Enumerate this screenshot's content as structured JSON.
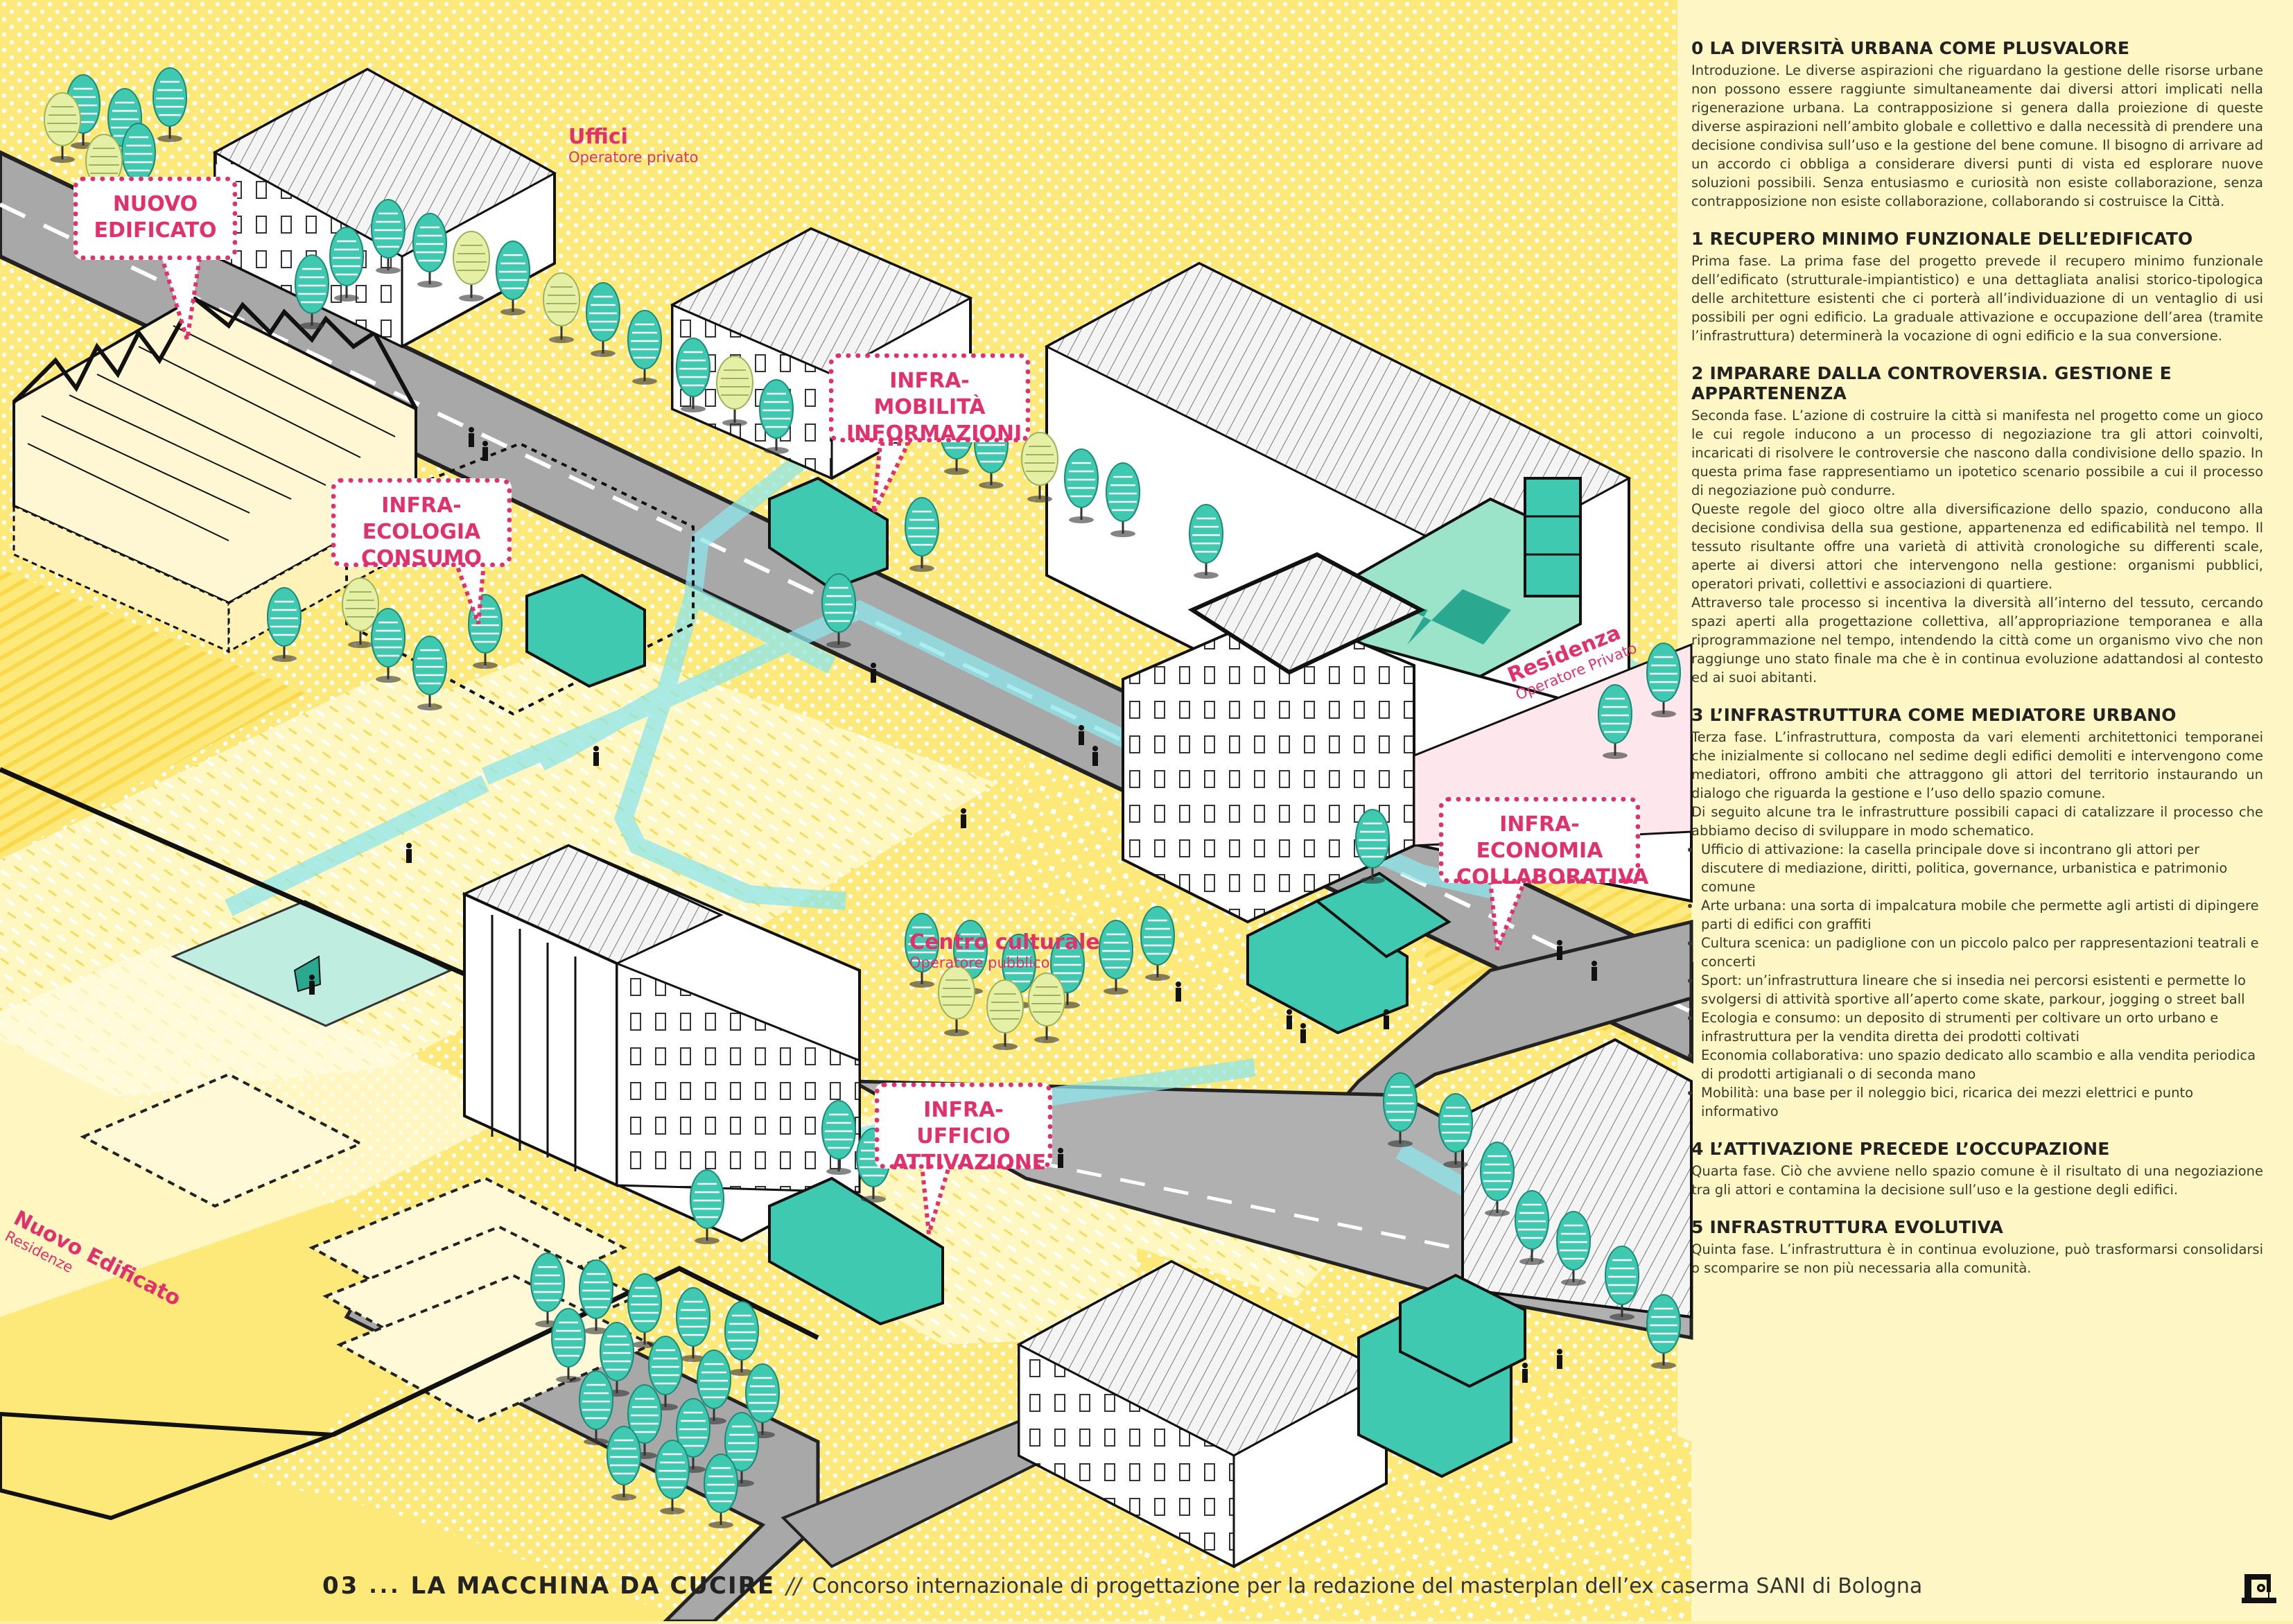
{
  "callouts": [
    {
      "id": "nuovo-edificato",
      "lines": [
        "NUOVO",
        "EDIFICATO"
      ]
    },
    {
      "id": "infra-mobilita",
      "lines": [
        "INFRA-MOBILITÀ",
        "INFORMAZIONI"
      ]
    },
    {
      "id": "infra-ecologia",
      "lines": [
        "INFRA-ECOLOGIA",
        "CONSUMO"
      ]
    },
    {
      "id": "infra-economia",
      "lines": [
        "INFRA-ECONOMIA",
        "COLLABORATIVA"
      ]
    },
    {
      "id": "infra-ufficio",
      "lines": [
        "INFRA-UFFICIO",
        "ATTIVAZIONE"
      ]
    }
  ],
  "labels": {
    "uffici": {
      "main": "Uffici",
      "sub": "Operatore privato"
    },
    "centro": {
      "main": "Centro culturale",
      "sub": "Operatore pubblico"
    },
    "residenza": {
      "main": "Residenza",
      "sub": "Operatore Privato"
    },
    "nuovo_edificato": {
      "main": "Nuovo Edificato",
      "sub": "Residenze"
    }
  },
  "panel": {
    "s0": {
      "heading": "0 LA DIVERSITÀ URBANA COME PLUSVALORE",
      "text": "Introduzione. Le diverse aspirazioni che riguardano la gestione delle risorse urbane non possono essere raggiunte simultaneamente dai diversi attori implicati nella rigenerazione urbana. La contrapposizione si genera dalla proiezione di queste diverse aspirazioni nell’ambito globale e collettivo e dalla necessità di prendere una decisione condivisa sull’uso e la gestione del bene comune. Il bisogno di arrivare ad un accordo ci obbliga a considerare diversi punti di vista ed esplorare nuove soluzioni possibili. Senza entusiasmo e curiosità non esiste collaborazione, senza contrapposizione non esiste collaborazione, collaborando si costruisce la Città."
    },
    "s1": {
      "heading": "1 RECUPERO MINIMO FUNZIONALE DELL’EDIFICATO",
      "text": "Prima fase. La prima fase del progetto prevede il recupero minimo funzionale dell’edificato (strutturale-impiantistico) e una dettagliata analisi storico-tipologica delle architetture esistenti che ci porterà all’individuazione di un ventaglio di usi possibili per ogni edificio. La graduale attivazione e occupazione dell’area (tramite l’infrastruttura) determinerà la vocazione di ogni edificio e la sua conversione."
    },
    "s2": {
      "heading": "2 IMPARARE DALLA CONTROVERSIA. GESTIONE E APPARTENENZA",
      "p1": "Seconda fase. L’azione di costruire la città si manifesta nel progetto come un gioco le cui regole inducono a un processo di negoziazione tra gli attori coinvolti, incaricati di risolvere le controversie che nascono dalla condivisione dello spazio. In questa prima fase rappresentiamo un ipotetico scenario possibile a cui il processo di negoziazione può condurre.",
      "p2": "Queste regole del gioco oltre alla diversificazione dello spazio, conducono alla decisione condivisa della sua gestione, appartenenza ed edificabilità nel tempo. Il tessuto risultante offre una varietà di attività cronologiche su differenti scale, aperte ai diversi attori che intervengono nella gestione: organismi pubblici, operatori privati, collettivi e associazioni di quartiere.",
      "p3": "Attraverso tale processo si incentiva la diversità all’interno del tessuto, cercando spazi aperti alla progettazione collettiva, all’appropriazione temporanea e alla riprogrammazione nel tempo, intendendo la città come un organismo vivo che non raggiunge uno stato finale ma che è in continua evoluzione adattandosi al contesto ed ai suoi abitanti."
    },
    "s3": {
      "heading": "3 L’INFRASTRUTTURA COME MEDIATORE URBANO",
      "p1": "Terza fase. L’infrastruttura, composta da vari elementi architettonici temporanei che inizialmente si collocano nel sedime degli edifici demoliti e intervengono come mediatori, offrono ambiti che attraggono gli attori del territorio instaurando un dialogo che riguarda la gestione e l’uso dello spazio comune.",
      "p2": "Di seguito alcune tra le infrastrutture possibili capaci di catalizzare il processo che abbiamo deciso di sviluppare in modo schematico.",
      "bullets": [
        "Ufficio di attivazione: la casella principale dove si incontrano gli attori per discutere di mediazione, diritti, politica, governance, urbanistica e patrimonio comune",
        "Arte urbana: una sorta di impalcatura  mobile che permette agli artisti di dipingere parti di edifici con graffiti",
        "Cultura scenica: un padiglione con un piccolo palco per rappresentazioni teatrali e concerti",
        "Sport: un’infrastruttura lineare che si insedia nei percorsi esistenti e permette lo svolgersi di attività sportive all’aperto come skate, parkour, jogging o street ball",
        "Ecologia e consumo: un deposito di strumenti per coltivare un orto urbano e infrastruttura per la vendita diretta dei prodotti coltivati",
        "Economia collaborativa: uno spazio dedicato allo scambio e alla vendita periodica di prodotti artigianali o di seconda mano",
        "Mobilità: una base per il noleggio bici, ricarica dei mezzi elettrici e punto informativo"
      ]
    },
    "s4": {
      "heading": "4 L’ATTIVAZIONE PRECEDE L’OCCUPAZIONE",
      "text": "Quarta fase. Ciò che avviene nello spazio comune è il risultato di una negoziazione tra gli attori e contamina la decisione sull’uso e la gestione degli edifici."
    },
    "s5": {
      "heading": "5 INFRASTRUTTURA EVOLUTIVA",
      "text": "Quinta fase. L’infrastruttura è in continua evoluzione, può trasformarsi consolidarsi o scomparire se non più necessaria alla comunità."
    }
  },
  "footer": {
    "number": "03",
    "dots": "...",
    "title": "LA MACCHINA DA CUCIRE",
    "separator": "//",
    "description": "Concorso internazionale di progettazione per la redazione del masterplan dell’ex caserma SANI di Bologna"
  },
  "colors": {
    "accent": "#e2306c",
    "teal": "#3ec9b0",
    "yellow": "#fde97a",
    "road": "#9a9a9a",
    "ink": "#1a1a1a"
  },
  "icons": [
    "sewing-machine-icon"
  ]
}
